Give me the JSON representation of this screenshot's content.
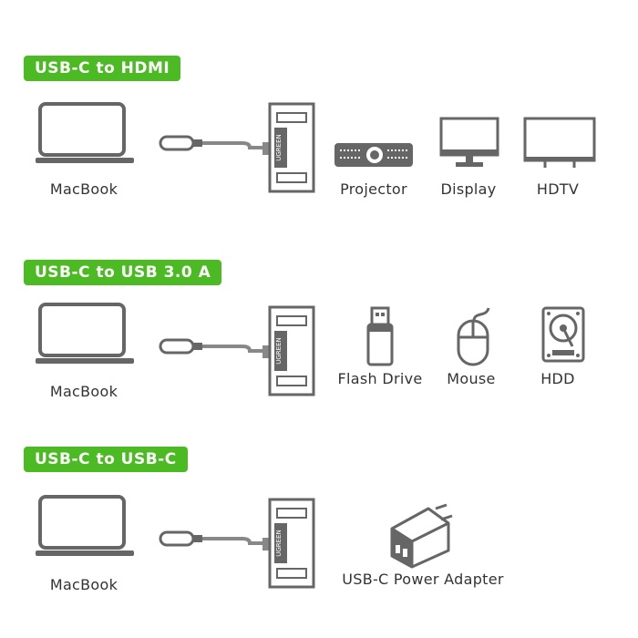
{
  "sections": [
    {
      "title": "USB-C to HDMI",
      "laptop_label": "MacBook",
      "hub_brand": "UGREEN",
      "devices": [
        "Projector",
        "Display",
        "HDTV"
      ]
    },
    {
      "title": "USB-C to USB 3.0 A",
      "laptop_label": "MacBook",
      "hub_brand": "UGREEN",
      "devices": [
        "Flash Drive",
        "Mouse",
        "HDD"
      ]
    },
    {
      "title": "USB-C to USB-C",
      "laptop_label": "MacBook",
      "hub_brand": "UGREEN",
      "devices": [
        "USB-C Power Adapter"
      ]
    }
  ],
  "colors": {
    "accent": "#4cbb23",
    "outline": "#666666"
  }
}
